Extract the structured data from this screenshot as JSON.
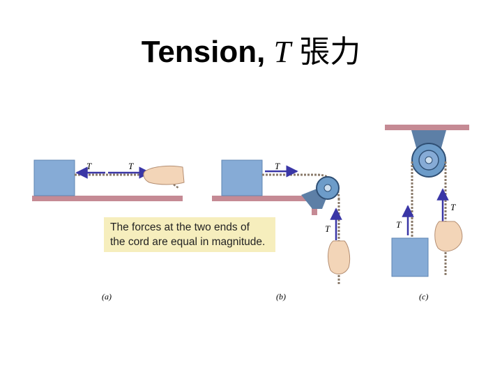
{
  "title": {
    "text": "Tension,",
    "symbol": "T",
    "chinese": "張力"
  },
  "caption": {
    "line1": "The forces at the two ends of",
    "line2": "the cord are equal in magnitude."
  },
  "tension_symbol": "T",
  "panel_labels": {
    "a": "(a)",
    "b": "(b)",
    "c": "(c)"
  },
  "colors": {
    "block": "#86abd6",
    "surface": "#c58a94",
    "arrow": "#3a36a6",
    "rope": "#8a7a6a",
    "caption_bg": "#f6eebd",
    "skin": "#f3d5b8",
    "pulley": "#6d9cc9"
  }
}
